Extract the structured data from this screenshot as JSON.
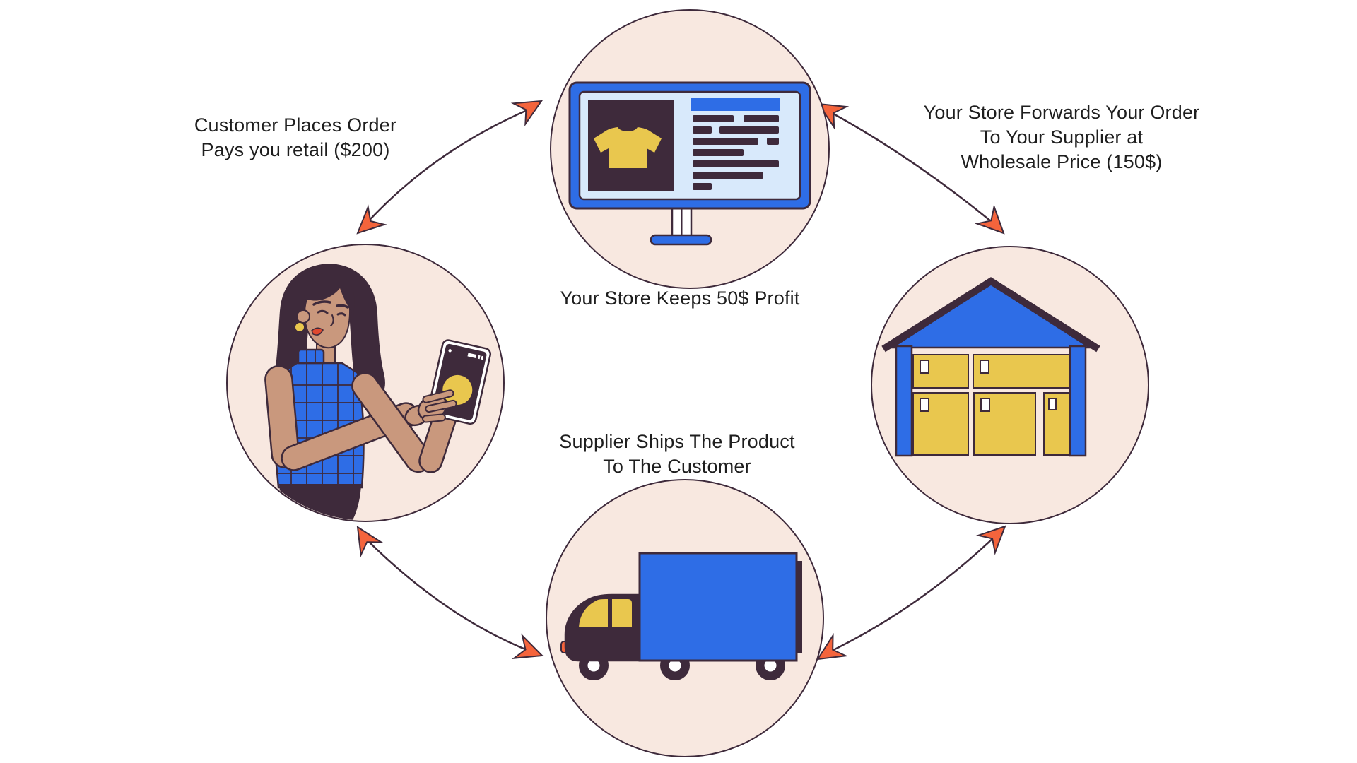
{
  "diagram_subject": "dropshipping-cycle",
  "colors": {
    "text": "#1e1e1e",
    "outline": "#3e2a3b",
    "circle_fill": "#f8e8e0",
    "blue": "#2e6de6",
    "screen_blue": "#d8e9fb",
    "yellow": "#e9c74e",
    "orange": "#f4643c",
    "skin": "#c9987d",
    "lips": "#e0492f",
    "dark_fill": "#3e2a3b",
    "white": "#ffffff"
  },
  "nodes": {
    "store": {
      "icon": "online-store-monitor-icon"
    },
    "customer": {
      "icon": "woman-using-tablet-icon"
    },
    "supplier": {
      "icon": "warehouse-icon"
    },
    "shipping": {
      "icon": "delivery-truck-icon"
    }
  },
  "texts": {
    "customer_order": {
      "lines": [
        "Customer Places Order",
        "Pays you retail ($200)"
      ]
    },
    "forward_order": {
      "lines": [
        "Your Store Forwards Your Order",
        "To Your Supplier at",
        "Wholesale Price (150$)"
      ]
    },
    "store_profit": {
      "lines": [
        "Your Store Keeps 50$ Profit"
      ]
    },
    "supplier_ships": {
      "lines": [
        "Supplier Ships The Product",
        "To The Customer"
      ]
    }
  }
}
